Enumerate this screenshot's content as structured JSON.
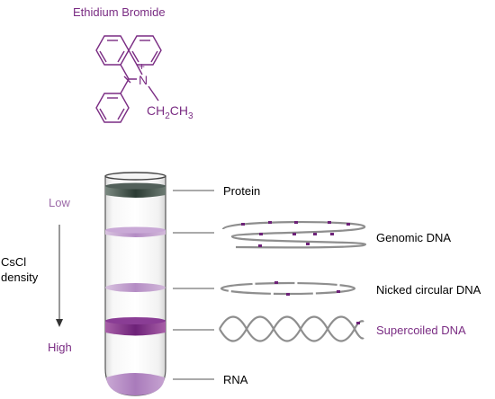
{
  "molecule": {
    "title": "Ethidium Bromide",
    "charge": "+",
    "nitrogen": "N",
    "substituent_main": "CH",
    "substituent_sub": "2",
    "substituent_end": "CH",
    "substituent_sub2": "3"
  },
  "axis": {
    "low": "Low",
    "high": "High",
    "label_line1": "CsCl",
    "label_line2": "density"
  },
  "bands": {
    "protein": "Protein",
    "genomic": "Genomic DNA",
    "nicked": "Nicked circular DNA",
    "supercoiled": "Supercoiled DNA",
    "rna": "RNA"
  },
  "colors": {
    "purple": "#7a2c83",
    "lilac": "#b48cc4",
    "dark_band": "#2b3b33",
    "dna_gray": "#8e8e8e",
    "dna_mark": "#6d2178"
  }
}
